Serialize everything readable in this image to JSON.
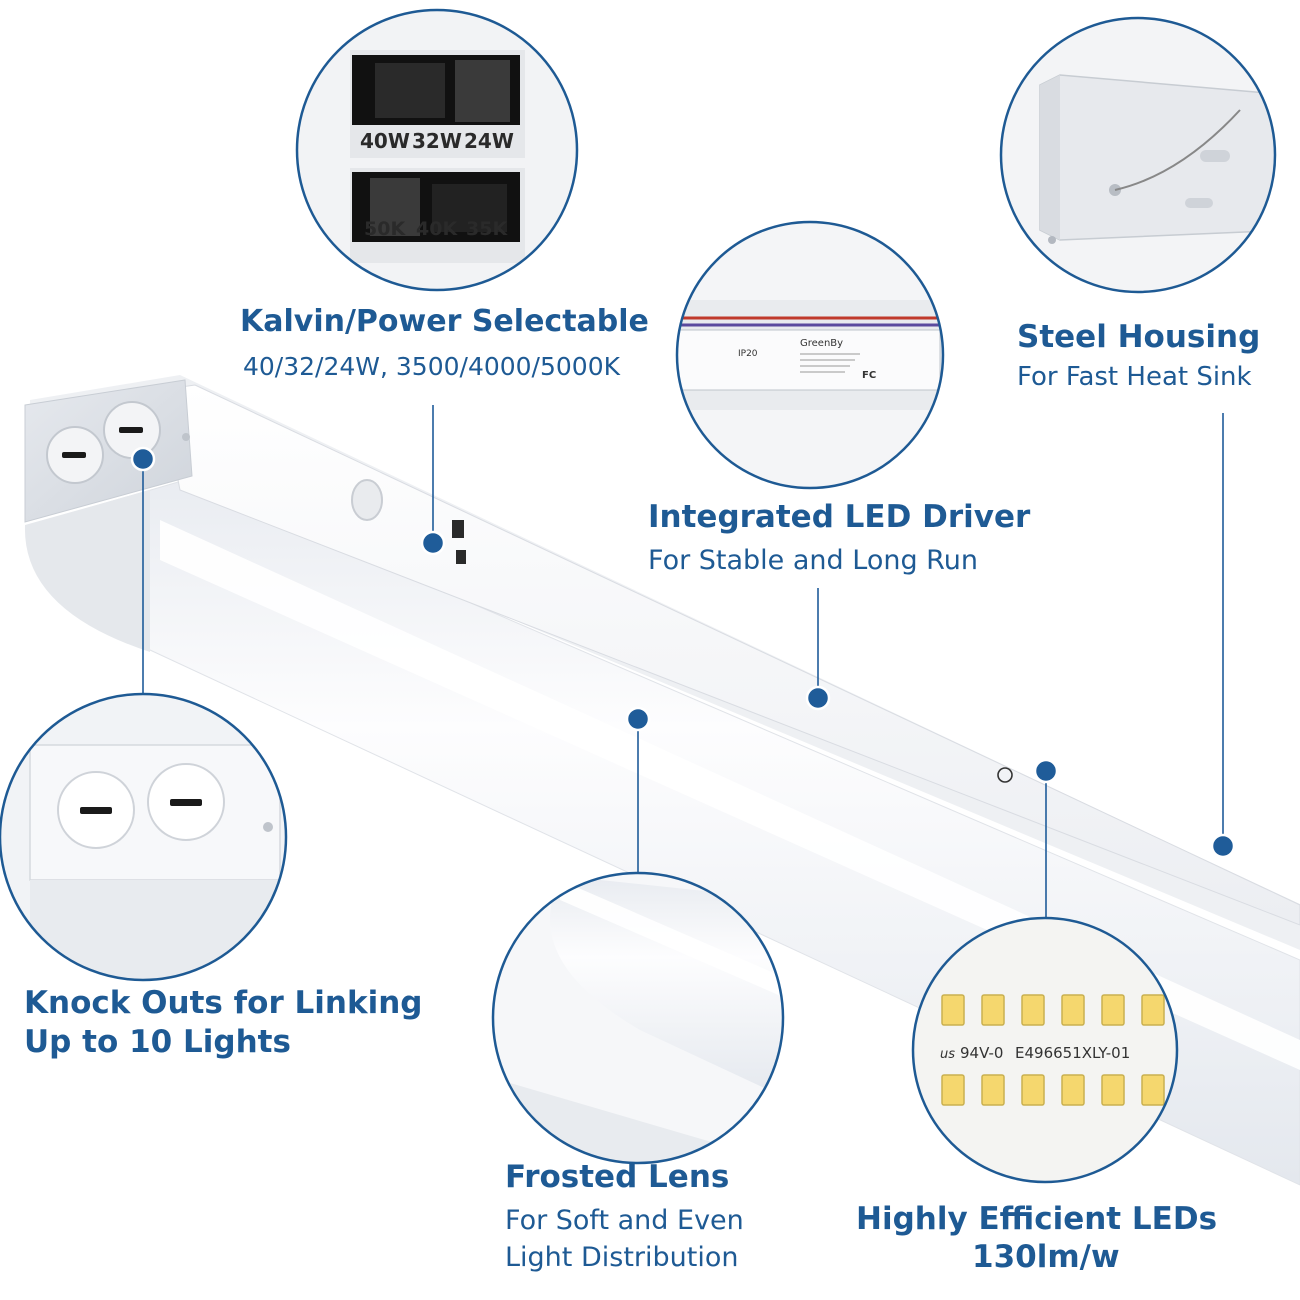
{
  "colors": {
    "accent": "#1e5a94",
    "dot": "#1f5c99",
    "housing": "#f4f5f7",
    "lens": "#fbfbfd"
  },
  "switch_labels": {
    "power": [
      "40W",
      "32W",
      "24W"
    ],
    "cct": [
      "50K",
      "40K",
      "35K"
    ]
  },
  "driver_label": {
    "brand": "GreenBy",
    "rating": "IP20",
    "marks": "FC"
  },
  "pcb_label": {
    "ul": "us",
    "grade": "94V-0",
    "code": "E496651XLY-01"
  },
  "features": {
    "selectable": {
      "title": "Kalvin/Power Selectable",
      "sub": "40/32/24W, 3500/4000/5000K"
    },
    "driver": {
      "title": "Integrated LED Driver",
      "sub": "For Stable and Long Run"
    },
    "housing": {
      "title": "Steel Housing",
      "sub": "For Fast Heat Sink"
    },
    "knockouts": {
      "title_line1": "Knock Outs for Linking",
      "title_line2": "Up to 10 Lights"
    },
    "lens": {
      "title": "Frosted Lens",
      "sub_line1": "For Soft and Even",
      "sub_line2": "Light Distribution"
    },
    "leds": {
      "title": "Highly Efficient LEDs",
      "sub": "130lm/w"
    }
  }
}
